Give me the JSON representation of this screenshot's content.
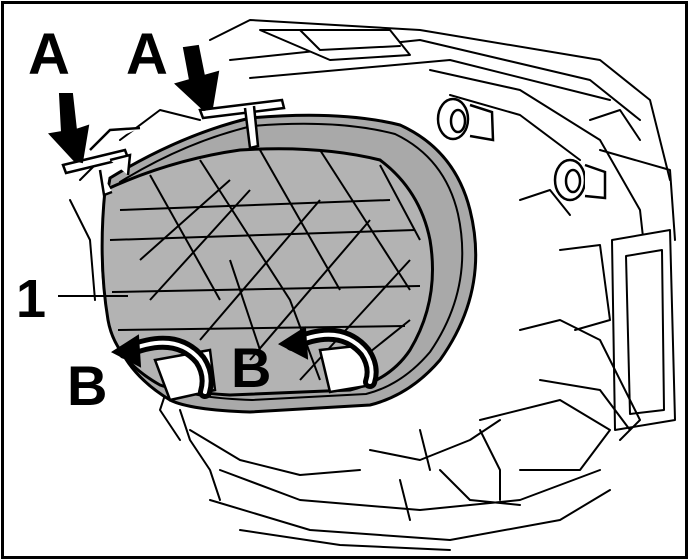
{
  "callouts": {
    "a_left": "A",
    "a_right": "A",
    "part_number": "1",
    "b_left": "B",
    "b_right": "B"
  },
  "colors": {
    "line": "#000000",
    "filter_fill": "#b3b3b3",
    "background": "#ffffff"
  },
  "icons": {
    "push_arrow": "arrow-down-icon",
    "turn_arrow": "curved-arrow-icon"
  }
}
